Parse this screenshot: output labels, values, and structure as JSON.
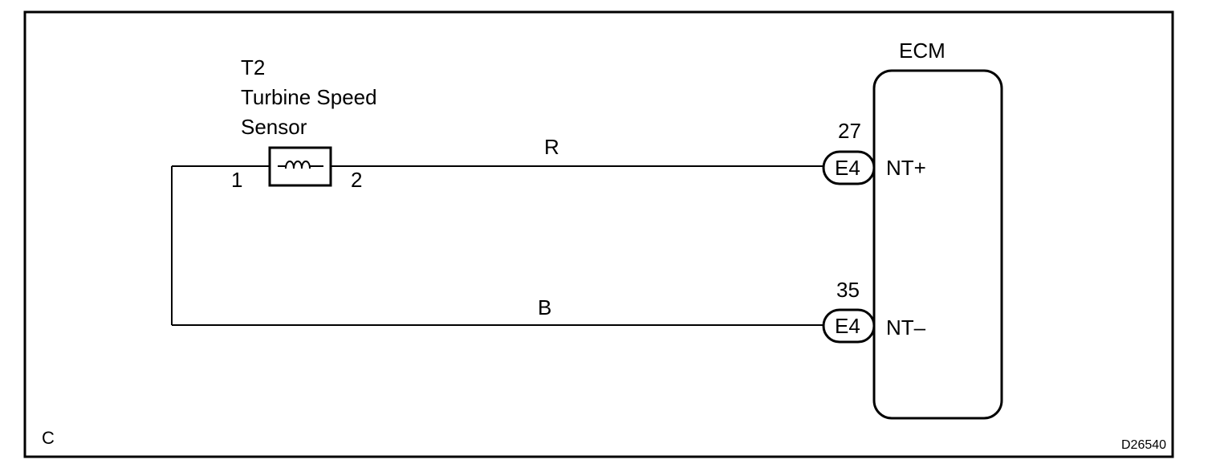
{
  "diagram": {
    "sensor": {
      "code": "T2",
      "name_line1": "Turbine Speed",
      "name_line2": "Sensor",
      "pin_left": "1",
      "pin_right": "2"
    },
    "ecm": {
      "title": "ECM",
      "terminals": [
        {
          "pin": "27",
          "connector": "E4",
          "signal": "NT+",
          "wire_color": "R"
        },
        {
          "pin": "35",
          "connector": "E4",
          "signal": "NT–",
          "wire_color": "B"
        }
      ]
    },
    "corner_code": "C",
    "figure_id": "D26540"
  }
}
